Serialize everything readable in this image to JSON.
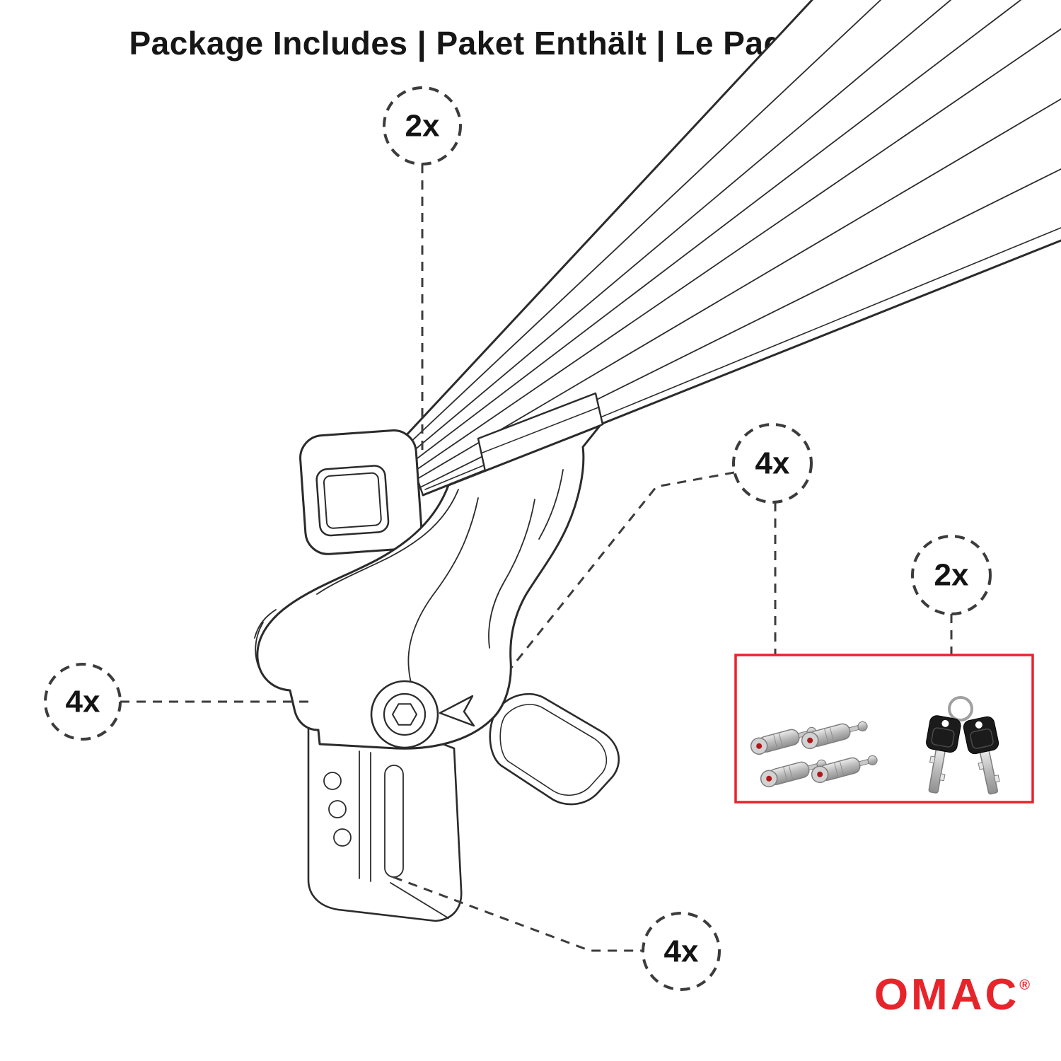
{
  "title": "Package Includes | Paket Enthält | Le Paquet Inclut",
  "callouts": {
    "top": {
      "label": "2x"
    },
    "left": {
      "label": "4x"
    },
    "middle": {
      "label": "4x"
    },
    "right": {
      "label": "2x"
    },
    "bottom": {
      "label": "4x"
    }
  },
  "package_box": {
    "items": [
      {
        "icon": "lock-cylinders-photo",
        "callout": "4x"
      },
      {
        "icon": "keys-photo",
        "callout": "2x"
      }
    ]
  },
  "brand": {
    "name": "OMAC",
    "registered_mark": "®"
  },
  "colors": {
    "accent_red": "#E8242B",
    "line": "#2b2b2b",
    "dashed": "#3c3c3c"
  }
}
